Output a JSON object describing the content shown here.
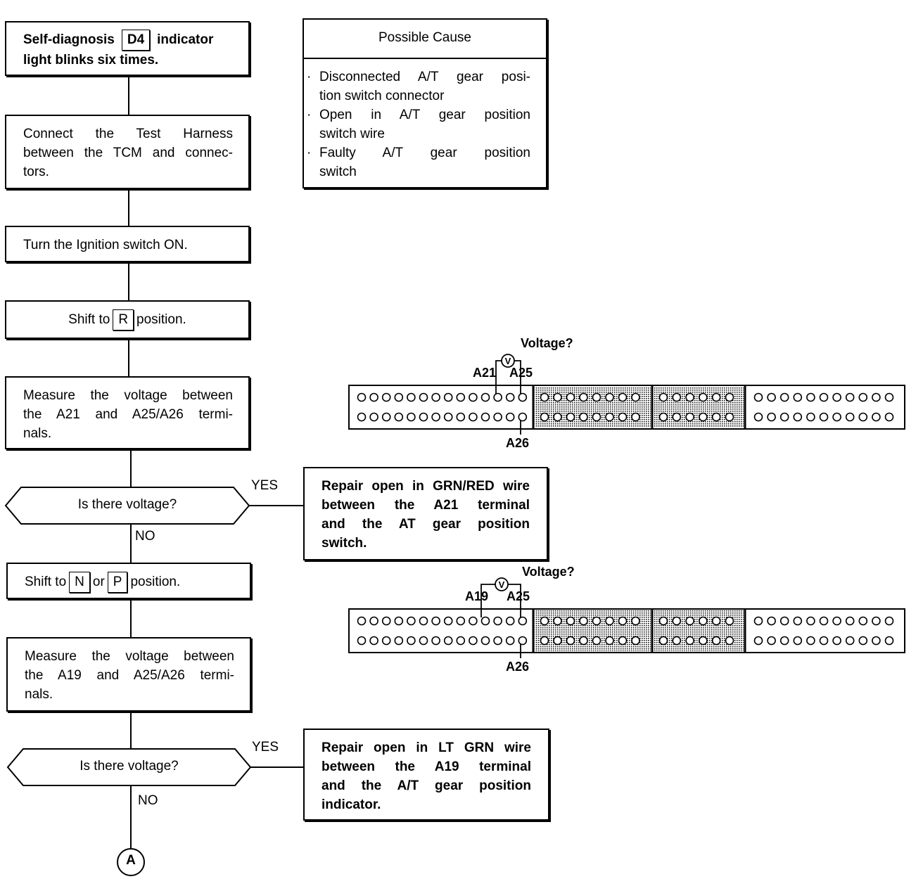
{
  "steps": {
    "s1": {
      "pre": "Self-diagnosis",
      "key": "D4",
      "post": "indicator",
      "line2": "light blinks six times."
    },
    "s2": {
      "line1": "Connect the Test Harness",
      "line2": "between the TCM and connec-",
      "line3": "tors."
    },
    "s3": {
      "text": "Turn the Ignition switch ON."
    },
    "s4": {
      "pre": "Shift to",
      "key": "R",
      "post": "position."
    },
    "s5": {
      "line1": "Measure the voltage between",
      "line2": "the A21 and A25/A26 termi-",
      "line3": "nals."
    },
    "d1": {
      "text": "Is there voltage?",
      "yes": "YES",
      "no": "NO"
    },
    "r1": {
      "line1": "Repair open in GRN/RED wire",
      "line2": "between the A21 terminal",
      "line3": "and the AT gear position",
      "line4": "switch."
    },
    "s6": {
      "pre": "Shift to",
      "key1": "N",
      "mid": "or",
      "key2": "P",
      "post": "position."
    },
    "s7": {
      "line1": "Measure the voltage between",
      "line2": "the A19 and A25/A26 termi-",
      "line3": "nals."
    },
    "d2": {
      "text": "Is there voltage?",
      "yes": "YES",
      "no": "NO"
    },
    "r2": {
      "line1": "Repair open in LT GRN wire",
      "line2": "between the A19 terminal",
      "line3": "and the A/T gear position",
      "line4": "indicator."
    },
    "end": {
      "text": "A"
    }
  },
  "cause": {
    "title": "Possible Cause",
    "items": [
      {
        "line1": "Disconnected A/T gear posi-",
        "line2": "tion switch connector"
      },
      {
        "line1": "Open in A/T gear position",
        "line2": "switch wire"
      },
      {
        "line1": "Faulty A/T gear position",
        "line2": "switch"
      }
    ]
  },
  "connector1": {
    "question": "Voltage?",
    "meter": "V",
    "label_a": "A21",
    "label_b": "A25",
    "label_c": "A26"
  },
  "connector2": {
    "question": "Voltage?",
    "meter": "V",
    "label_a": "A19",
    "label_b": "A25",
    "label_c": "A26"
  }
}
